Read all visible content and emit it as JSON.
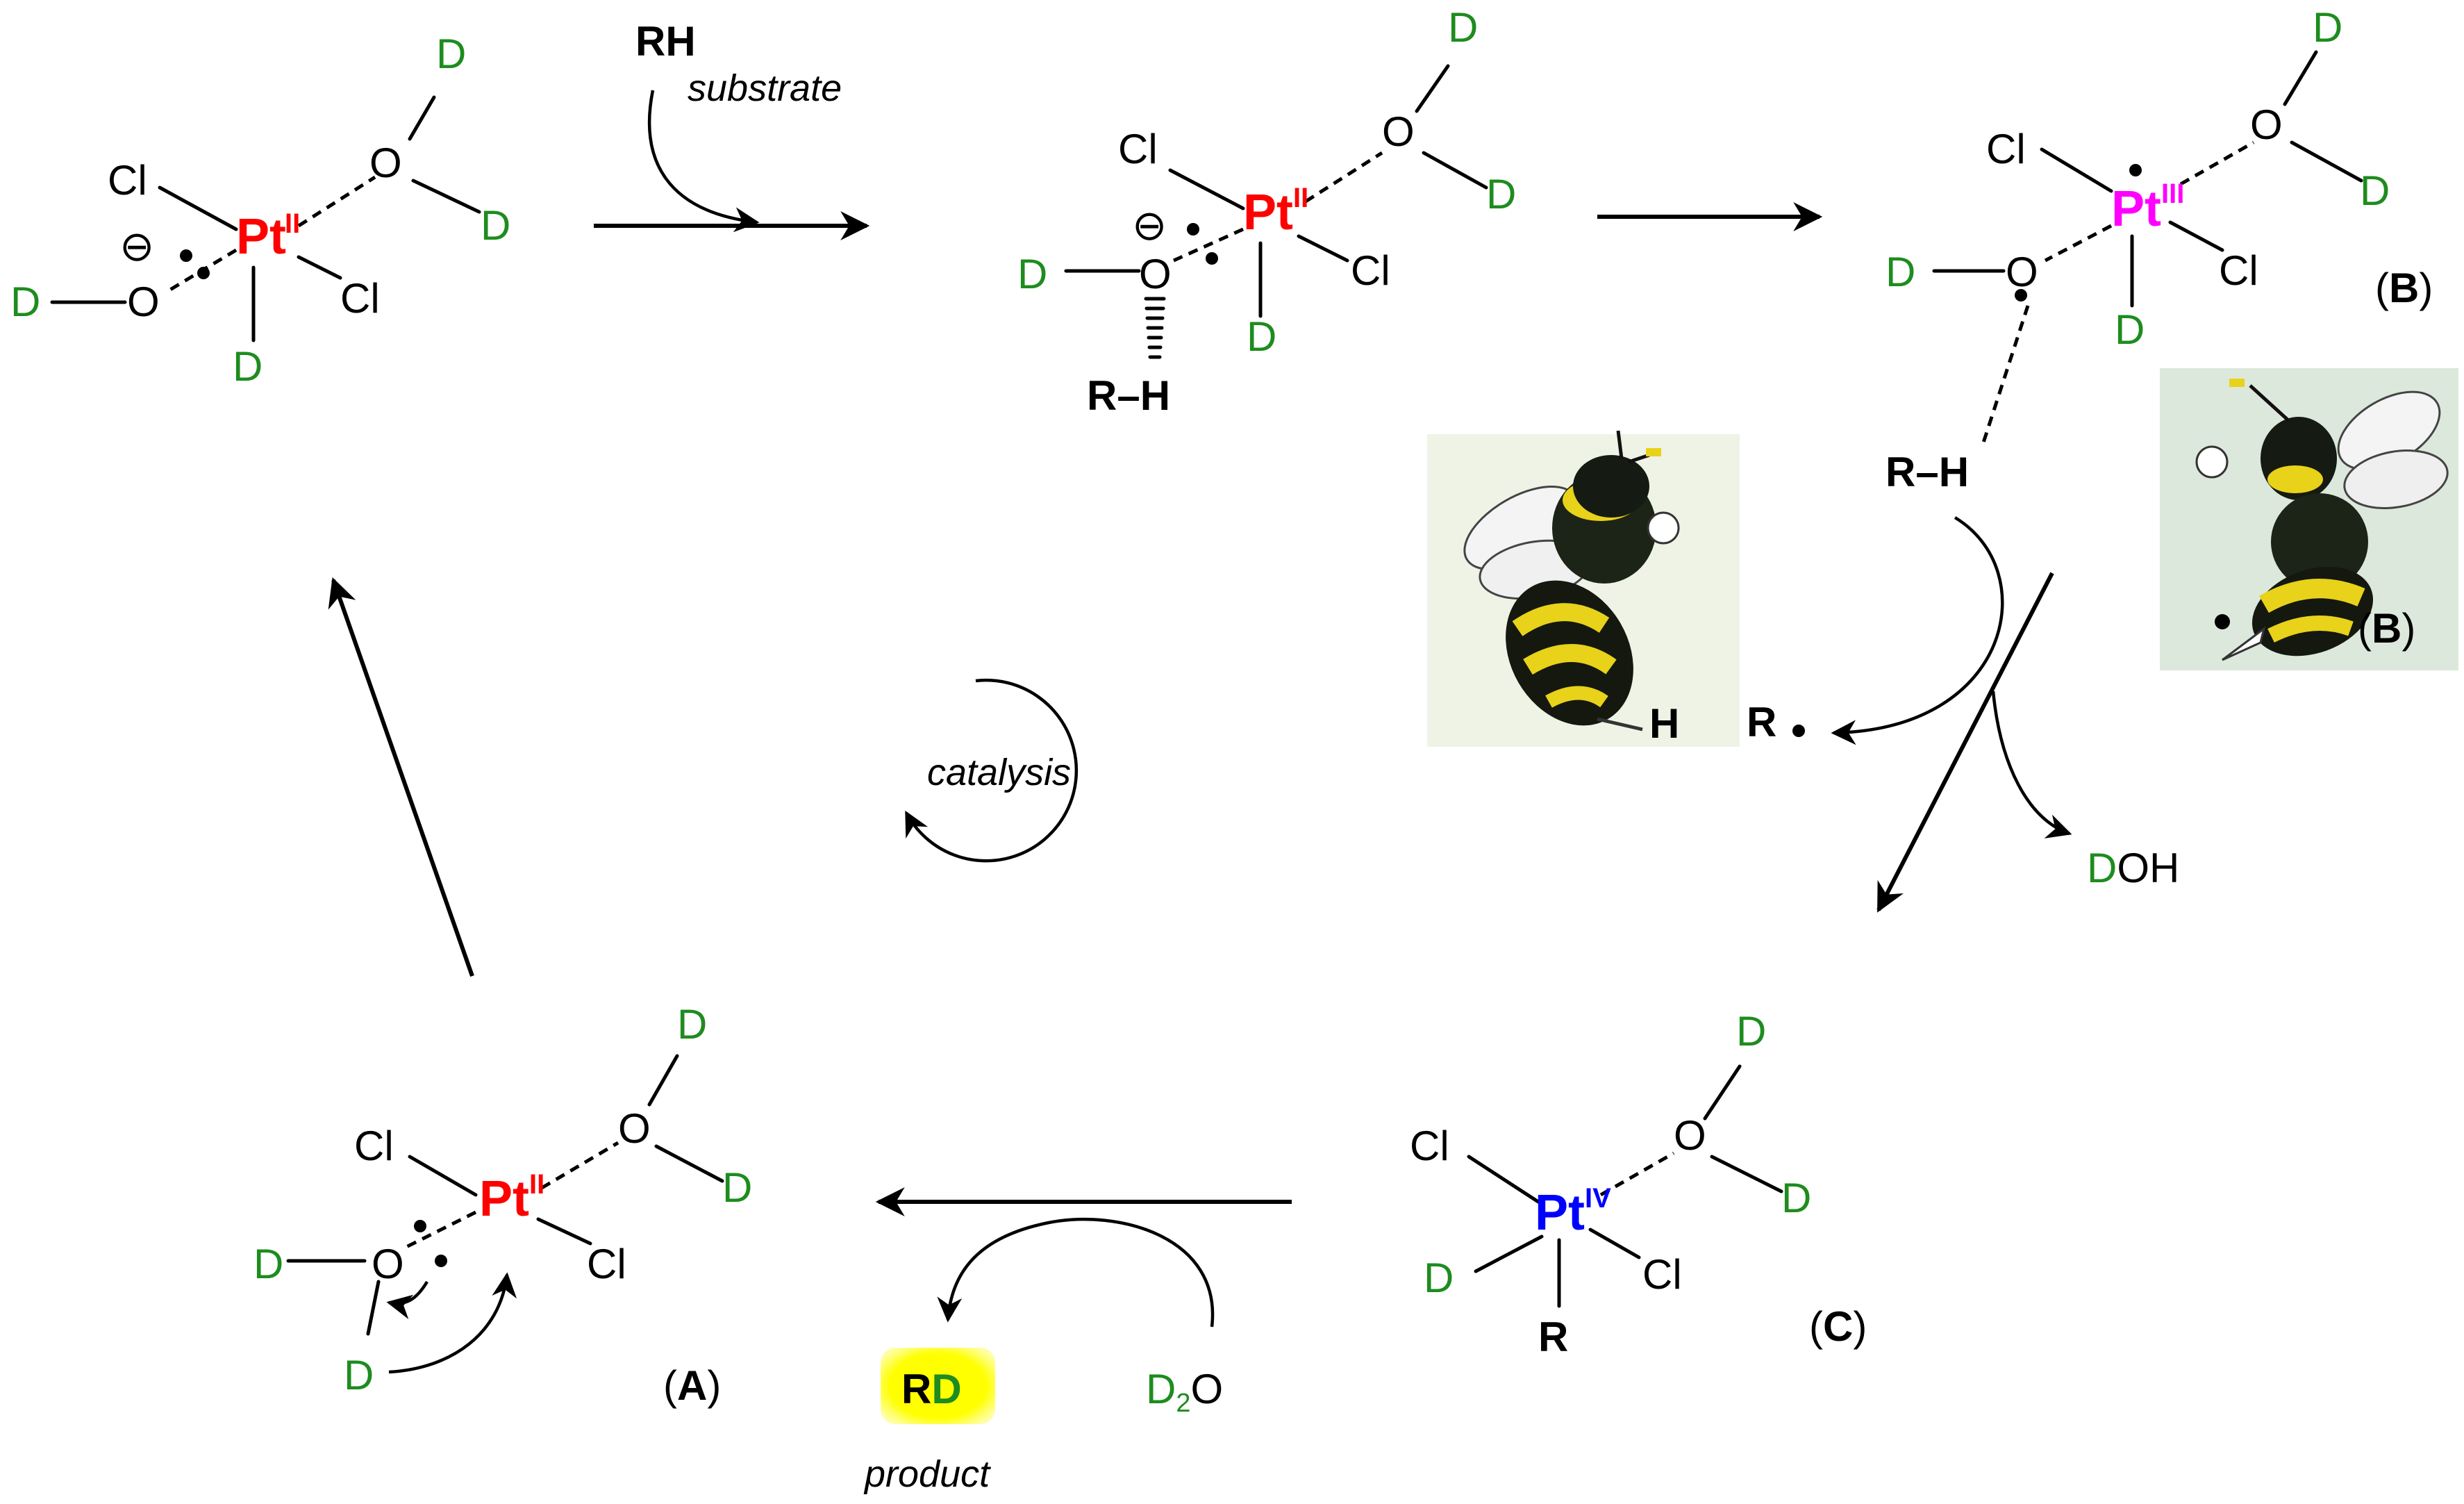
{
  "atoms": {
    "cl": "Cl",
    "o": "O",
    "d": "D",
    "r": "R",
    "h": "H",
    "pt": "Pt",
    "minus": "⊖"
  },
  "oxidation_states": {
    "pt2": "II",
    "pt3": "III",
    "pt4": "IV"
  },
  "labels": {
    "rh": "RH",
    "substrate": "substrate",
    "rh_bond": "R–H",
    "r_radical": "R",
    "doh_d": "D",
    "doh_oh": "OH",
    "d2o_d": "D",
    "d2o_2": "2",
    "d2o_o": "O",
    "product_r": "R",
    "product_d": "D",
    "product": "product",
    "catalysis": "catalysis",
    "label_a": "A",
    "label_b": "B",
    "label_c": "C"
  },
  "colors": {
    "pt2": "#ff0000",
    "pt3": "#ff00ff",
    "pt4": "#0000ff",
    "deuterium": "#1e8c1e",
    "product_highlight": "#ffff00"
  },
  "icons": {
    "wasp_1": "wasp-mascot-stinger-h",
    "wasp_2": "wasp-mascot-radical"
  }
}
